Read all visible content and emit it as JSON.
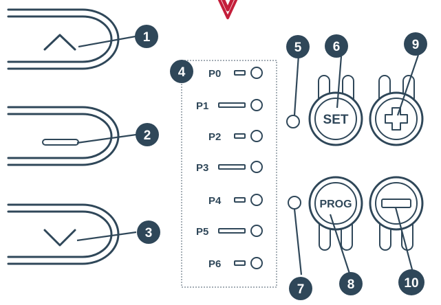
{
  "colors": {
    "ink": "#2f4759",
    "accent_arrow": "#c41e3a",
    "background": "#ffffff"
  },
  "callouts": [
    "1",
    "2",
    "3",
    "4",
    "5",
    "6",
    "7",
    "8",
    "9",
    "10"
  ],
  "program_labels": [
    "P0",
    "P1",
    "P2",
    "P3",
    "P4",
    "P5",
    "P6"
  ],
  "buttons": {
    "set_label": "SET",
    "prog_label": "PROG"
  },
  "icons": {
    "up": "chevron-up-icon",
    "middle": "minus-icon",
    "down": "chevron-down-icon",
    "plus": "plus-icon",
    "minus": "minus-icon",
    "indicator": "red-down-arrow-icon"
  }
}
